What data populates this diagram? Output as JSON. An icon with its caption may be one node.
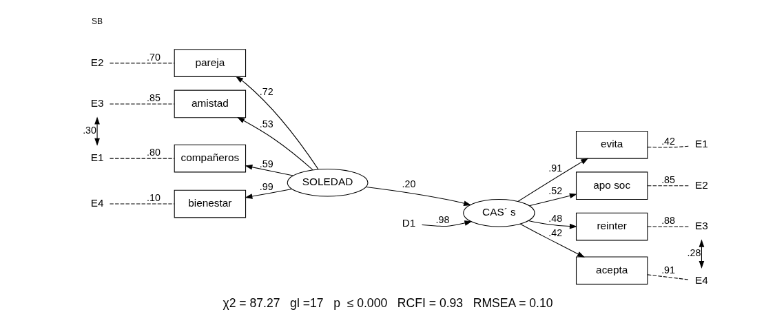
{
  "diagram": {
    "caption": "χ2 = 87.27   gl =17   p  ≤ 0.000   RCFI = 0.93   RMSEA = 0.10",
    "nodes": [
      {
        "text": [
          "compañeros"
        ]
      },
      {
        "text": [
          "pareja"
        ]
      },
      {
        "text": [
          "amistad"
        ]
      },
      {
        "text": [
          "bienestar"
        ]
      },
      {
        "text": [
          "SOLEDAD"
        ]
      },
      {
        "text": [
          "CAS´ s"
        ]
      },
      {
        "text": [
          "evita"
        ]
      },
      {
        "text": [
          "apo soc"
        ]
      },
      {
        "text": [
          "reinter"
        ]
      },
      {
        "text": [
          "acepta"
        ]
      },
      {
        "text": [
          "E1"
        ]
      },
      {
        "text": [
          "E2"
        ]
      },
      {
        "text": [
          "E3"
        ]
      },
      {
        "text": [
          "E4"
        ]
      },
      {
        "text": [
          "E1"
        ]
      },
      {
        "text": [
          "E2"
        ]
      },
      {
        "text": [
          "E3"
        ]
      },
      {
        "text": [
          "E4"
        ]
      },
      {
        "text": [
          "D1"
        ]
      }
    ],
    "edges": [
      {
        "from": 10,
        "to": 12,
        "arrow": "both",
        "label": ".30"
      },
      {
        "from": 10,
        "to": 0,
        "arrow": "none",
        "label": ".80",
        "style": "dashed"
      },
      {
        "from": 4,
        "to": 0,
        "arrow": "to",
        "label": ".59"
      },
      {
        "from": 11,
        "to": 1,
        "arrow": "none",
        "label": ".70",
        "style": "dashed"
      },
      {
        "from": 4,
        "to": 1,
        "arrow": "to",
        "label": ".72"
      },
      {
        "from": 12,
        "to": 2,
        "arrow": "none",
        "label": ".85",
        "style": "dashed"
      },
      {
        "from": 4,
        "to": 2,
        "arrow": "to",
        "label": ".53"
      },
      {
        "from": 13,
        "to": 3,
        "arrow": "none",
        "label": ".10",
        "style": "dashed"
      },
      {
        "from": 4,
        "to": 3,
        "arrow": "to",
        "label": ".99"
      },
      {
        "from": 4,
        "to": 5,
        "arrow": "to",
        "label": ".20"
      },
      {
        "from": 5,
        "to": 6,
        "arrow": "to",
        "label": ".91"
      },
      {
        "from": 5,
        "to": 7,
        "arrow": "to",
        "label": ".52"
      },
      {
        "from": 5,
        "to": 8,
        "arrow": "to",
        "label": ".48"
      },
      {
        "from": 5,
        "to": 9,
        "arrow": "to",
        "label": ".42"
      },
      {
        "from": 6,
        "to": 14,
        "arrow": "none",
        "label": ".42",
        "style": "dashed"
      },
      {
        "from": 7,
        "to": 15,
        "arrow": "none",
        "label": ".85",
        "style": "dashed"
      },
      {
        "from": 8,
        "to": 16,
        "arrow": "none",
        "label": ".88",
        "style": "dashed"
      },
      {
        "from": 9,
        "to": 17,
        "arrow": "none",
        "label": ".91",
        "style": "dashed"
      },
      {
        "from": 16,
        "to": 17,
        "arrow": "both",
        "label": ".28"
      },
      {
        "from": 18,
        "to": 5,
        "arrow": "to",
        "label": ".98"
      }
    ],
    "labels": [
      "SB"
    ]
  }
}
